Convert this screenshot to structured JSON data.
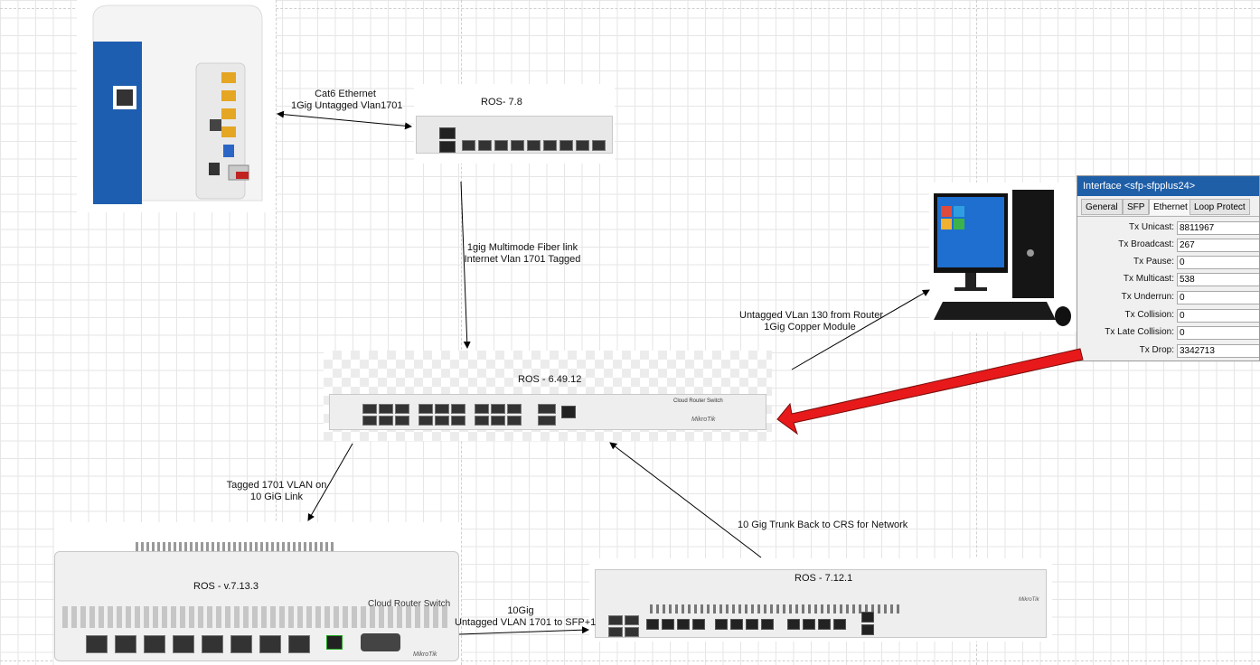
{
  "devices": {
    "router_top": {
      "label": "ROS- 7.8"
    },
    "crs_main": {
      "label": "ROS - 6.49.12",
      "brand": "Cloud Router Switch",
      "logo": "MikroTik"
    },
    "crs_bottom_left": {
      "label": "ROS - v.7.13.3",
      "brand": "Cloud Router Switch",
      "logo": "MikroTik"
    },
    "crs_bottom_right": {
      "label": "ROS - 7.12.1",
      "logo": "MikroTik"
    }
  },
  "links": {
    "cat6": {
      "line1": "Cat6 Ethernet",
      "line2": "1Gig Untagged Vlan1701"
    },
    "fiber": {
      "line1": "1gig Multimode Fiber link",
      "line2": "Internet Vlan 1701 Tagged"
    },
    "untagged130": {
      "line1": "Untagged VLan 130 from Router",
      "line2": "1Gig Copper Module"
    },
    "tagged1701": {
      "line1": "Tagged 1701 VLAN on",
      "line2": "10 GiG Link"
    },
    "trunk": {
      "line1": "10 Gig Trunk Back to CRS for Network"
    },
    "tengig": {
      "line1": "10Gig",
      "line2": "Untagged VLAN 1701 to SFP+1"
    }
  },
  "interface_window": {
    "title": "Interface <sfp-sfpplus24>",
    "tabs": [
      "General",
      "SFP",
      "Ethernet",
      "Loop Protect"
    ],
    "rows": [
      {
        "label": "Tx Unicast:",
        "value": "8811967"
      },
      {
        "label": "Tx Broadcast:",
        "value": "267"
      },
      {
        "label": "Tx Pause:",
        "value": "0"
      },
      {
        "label": "Tx Multicast:",
        "value": "538"
      },
      {
        "label": "Tx Underrun:",
        "value": "0"
      },
      {
        "label": "Tx Collision:",
        "value": "0"
      },
      {
        "label": "Tx Late Collision:",
        "value": "0"
      },
      {
        "label": "Tx Drop:",
        "value": "3342713"
      }
    ]
  },
  "colors": {
    "highlight_arrow": "#e8191a",
    "title_bar": "#1f5fa8"
  }
}
